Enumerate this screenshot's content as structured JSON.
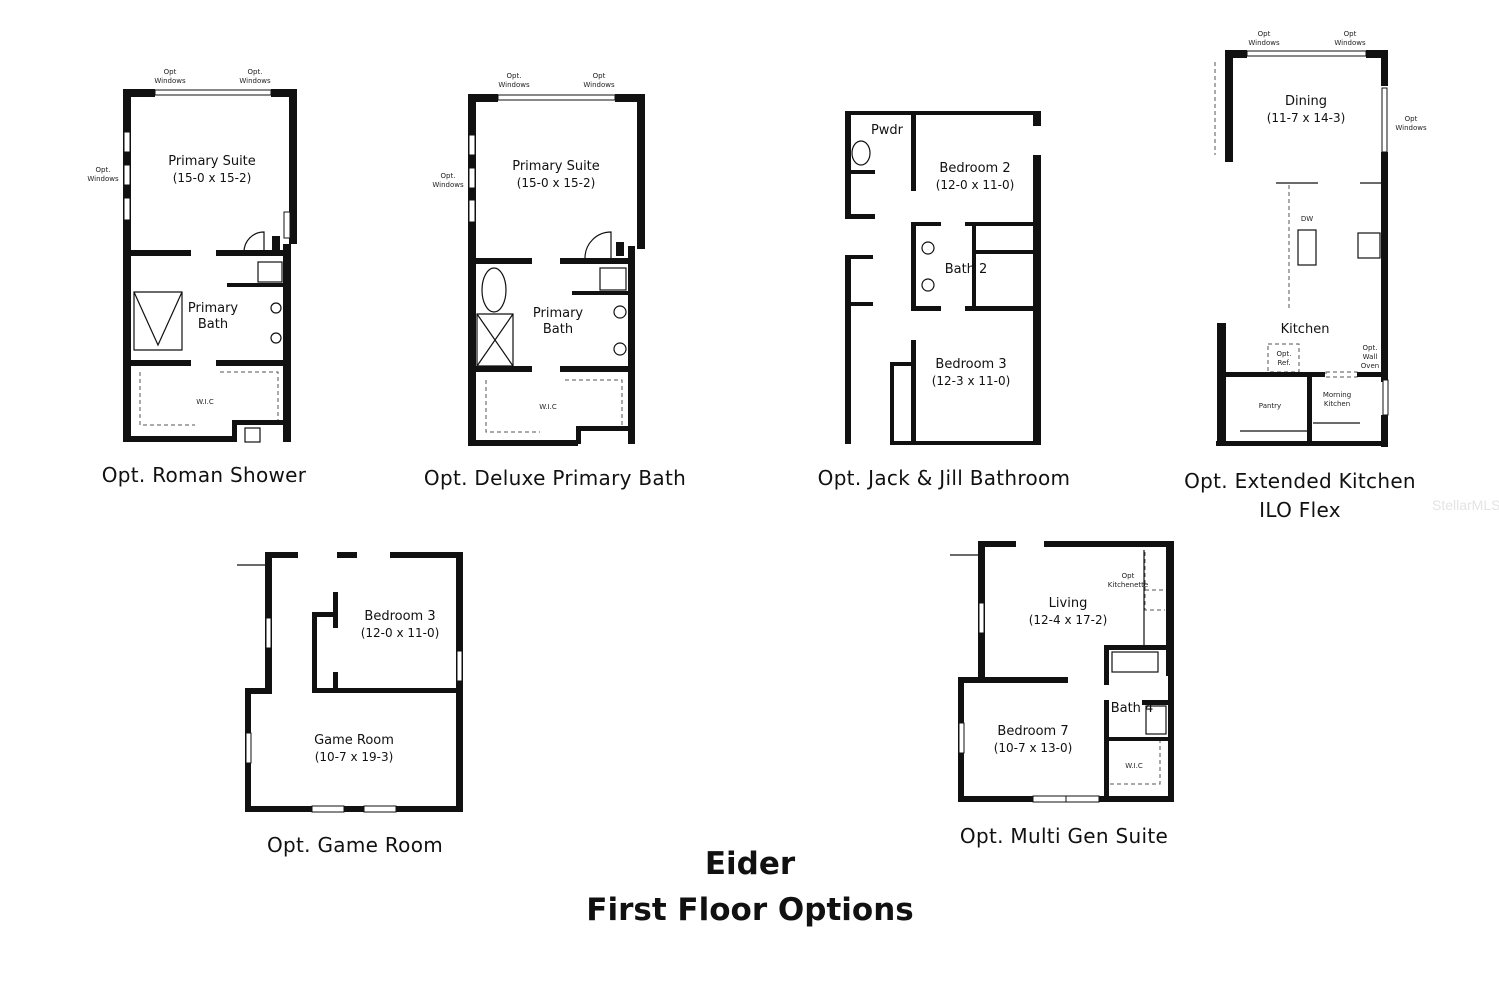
{
  "title": {
    "line1": "Eider",
    "line2": "First Floor Options"
  },
  "watermark": "StellarMLS",
  "plans": [
    {
      "caption": "Opt. Roman Shower",
      "rooms": [
        {
          "name": "Primary Suite",
          "dims": "(15-0 x 15-2)"
        },
        {
          "name": "Primary Bath",
          "name_line1": "Primary",
          "name_line2": "Bath"
        },
        {
          "name": "W.I.C"
        }
      ],
      "notes": [
        "Opt. Windows",
        "Opt. Windows",
        "Opt. Windows"
      ]
    },
    {
      "caption": "Opt. Deluxe Primary Bath",
      "rooms": [
        {
          "name": "Primary Suite",
          "dims": "(15-0 x 15-2)"
        },
        {
          "name": "Primary Bath",
          "name_line1": "Primary",
          "name_line2": "Bath"
        },
        {
          "name": "W.I.C"
        }
      ],
      "notes": [
        "Opt. Windows",
        "Opt. Windows",
        "Opt. Windows"
      ]
    },
    {
      "caption": "Opt. Jack & Jill Bathroom",
      "rooms": [
        {
          "name": "Pwdr"
        },
        {
          "name": "Bedroom 2",
          "dims": "(12-0 x 11-0)"
        },
        {
          "name": "Bath 2"
        },
        {
          "name": "Bedroom 3",
          "dims": "(12-3 x 11-0)"
        }
      ]
    },
    {
      "caption_line1": "Opt. Extended Kitchen",
      "caption_line2": "ILO Flex",
      "rooms": [
        {
          "name": "Dining",
          "dims": "(11-7 x 14-3)"
        },
        {
          "name": "Kitchen"
        },
        {
          "name": "Pantry"
        },
        {
          "name": "Morning Kitchen",
          "name_line1": "Morning",
          "name_line2": "Kitchen"
        }
      ],
      "notes": [
        "Opt. Windows",
        "Opt. Windows",
        "Opt. Windows",
        "DW",
        "Opt. Ref.",
        "Opt. Wall Oven"
      ]
    },
    {
      "caption": "Opt. Game Room",
      "rooms": [
        {
          "name": "Bedroom 3",
          "dims": "(12-0 x 11-0)"
        },
        {
          "name": "Game Room",
          "dims": "(10-7 x 19-3)"
        }
      ]
    },
    {
      "caption": "Opt. Multi Gen Suite",
      "rooms": [
        {
          "name": "Living",
          "dims": "(12-4 x 17-2)"
        },
        {
          "name": "Bedroom 7",
          "dims": "(10-7 x 13-0)"
        },
        {
          "name": "Bath 4"
        },
        {
          "name": "W.I.C"
        }
      ],
      "notes": [
        "Opt. Kitchenette"
      ]
    }
  ],
  "labels": {
    "opt": "Opt.",
    "opt_nodot": "Opt",
    "windows": "Windows",
    "ref": "Ref.",
    "wall": "Wall",
    "oven": "Oven",
    "kitchenette": "Kitchenette"
  }
}
